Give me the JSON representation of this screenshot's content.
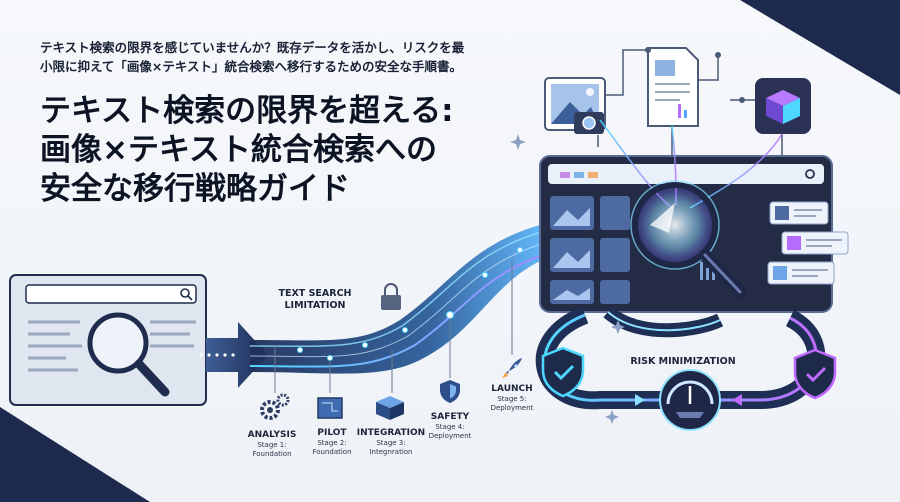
{
  "subtitle": "テキスト検索の限界を感じていませんか？既存データを活かし、リスクを最小限に抑えて「画像×テキスト」統合検索へ移行するための安全な手順書。",
  "title": {
    "line1": "テキスト検索の限界を超える:",
    "line2": "画像×テキスト統合検索への",
    "line3": "安全な移行戦略ガイド"
  },
  "labels": {
    "text_search_limitation": "TEXT SEARCH\nLIMITATION",
    "risk_minimization": "RISK MINIMIZATION"
  },
  "stages": [
    {
      "name": "ANALYSIS",
      "stage": "Stage 1:",
      "phase": "Foundation",
      "icon": "gears-icon"
    },
    {
      "name": "PILOT",
      "stage": "Stage 2:",
      "phase": "Foundation",
      "icon": "blueprint-icon"
    },
    {
      "name": "INTEGRATION",
      "stage": "Stage 3:",
      "phase": "Integnration",
      "icon": "box-icon"
    },
    {
      "name": "SAFETY",
      "stage": "Stage 4:",
      "phase": "Deployment",
      "icon": "shield-icon"
    },
    {
      "name": "LAUNCH",
      "stage": "Stage 5:",
      "phase": "Deployment",
      "icon": "rocket-icon"
    }
  ],
  "colors": {
    "navy": "#1d2a4d",
    "glow_cyan": "#4fd8ff",
    "glow_purple": "#b46cff",
    "dark_panel": "#232b45"
  }
}
